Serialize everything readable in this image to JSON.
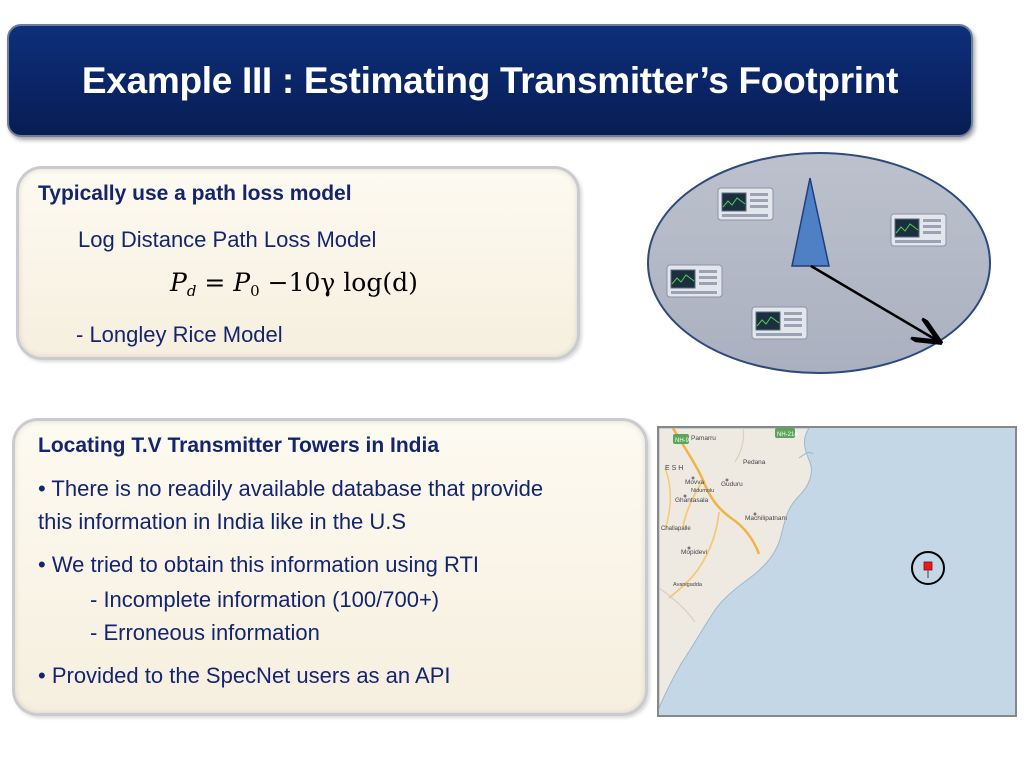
{
  "title": "Example III : Estimating Transmitter’s Footprint",
  "box1": {
    "heading": "Typically use a path loss model",
    "line1": "Log Distance Path Loss Model",
    "formula": {
      "lhs_var": "P",
      "lhs_sub": "d",
      "eq": "=",
      "rhs_var": "P",
      "rhs_sub": "0",
      "rest": "−10γ log(d)"
    },
    "line2": "- Longley Rice Model"
  },
  "box2": {
    "heading": "Locating  T.V Transmitter Towers in India",
    "bullet1_line1": "•  There is no readily available database that provide",
    "bullet1_line2": "this information in India like in the U.S",
    "bullet2": "• We tried to obtain this information using RTI",
    "sub1": "- Incomplete information (100/700+)",
    "sub2": "- Erroneous information",
    "bullet3": "• Provided to the SpecNet users as an API"
  },
  "map": {
    "labels": {
      "pamarru": "Pamarru",
      "pedana": "Pedana",
      "esh": "E  S  H",
      "movva": "Movva",
      "nidumolu": "Nidumolu",
      "guduru": "Guduru",
      "ghantasala": "Ghantasala",
      "machilipatnam": "Machilipatnam",
      "challapalle": "Challapalle",
      "mopidevi": "Mopidevi",
      "avanigadda": "Avanigadda"
    },
    "shields": [
      "NH-9",
      "NH-214"
    ]
  },
  "colors": {
    "title_bg": "#0a2566",
    "text_blue": "#14256e",
    "box_bg": "#fdfaf1",
    "sea": "#c3d7e6",
    "land": "#eeeae2",
    "road": "#f2b24a",
    "ellipse_fill": "#b6bbc9",
    "tower": "#4f7fc4"
  }
}
